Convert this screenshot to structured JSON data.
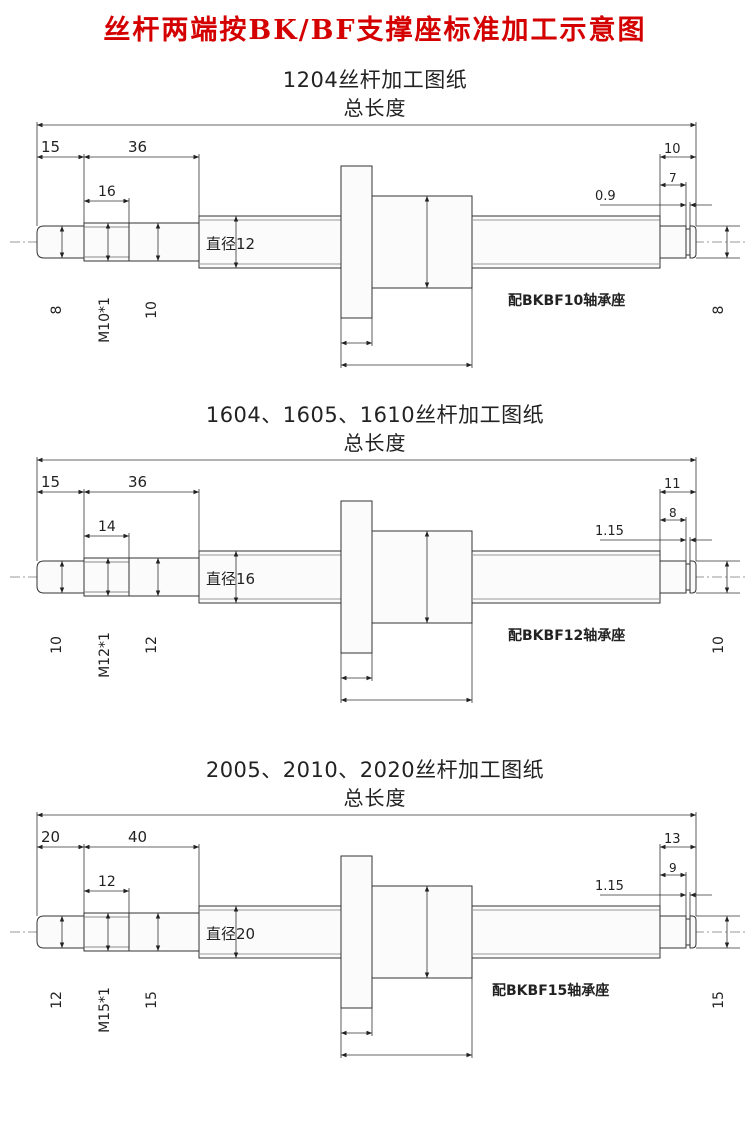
{
  "main_title": "丝杆两端按BK/BF支撑座标准加工示意图",
  "drawings": [
    {
      "title": "1204丝杆加工图纸",
      "total_label": "总长度",
      "left_len_1": "15",
      "left_len_2": "36",
      "thread_len": "16",
      "end_dia": "8",
      "thread_spec": "M10*1",
      "bearing_dia": "10",
      "screw_dia": "直径12",
      "right_len": "10",
      "right_len_2": "7",
      "groove_width": "0.9",
      "right_dia": "8",
      "bearing_seat": "配BKBF10轴承座"
    },
    {
      "title": "1604、1605、1610丝杆加工图纸",
      "total_label": "总长度",
      "left_len_1": "15",
      "left_len_2": "36",
      "thread_len": "14",
      "end_dia": "10",
      "thread_spec": "M12*1",
      "bearing_dia": "12",
      "screw_dia": "直径16",
      "right_len": "11",
      "right_len_2": "8",
      "groove_width": "1.15",
      "right_dia": "10",
      "bearing_seat": "配BKBF12轴承座"
    },
    {
      "title": "2005、2010、2020丝杆加工图纸",
      "total_label": "总长度",
      "left_len_1": "20",
      "left_len_2": "40",
      "thread_len": "12",
      "end_dia": "12",
      "thread_spec": "M15*1",
      "bearing_dia": "15",
      "screw_dia": "直径20",
      "right_len": "13",
      "right_len_2": "9",
      "groove_width": "1.15",
      "right_dia": "15",
      "bearing_seat": "配BKBF15轴承座"
    }
  ]
}
